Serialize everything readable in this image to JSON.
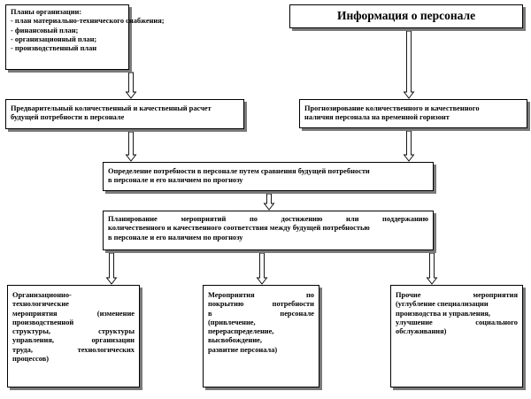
{
  "nodes": {
    "plans": {
      "heading": "Планы организации:",
      "items": [
        "- план материально-технического   снабжения;",
        "- финансовый план;",
        "- организационный план;",
        "- производственный план"
      ]
    },
    "info": {
      "title": "Информация о персонале"
    },
    "preliminary": {
      "lines": [
        "Предварительный количественный и качественный расчет",
        "будущей потребности в персонале"
      ]
    },
    "forecast": {
      "lines": [
        "Прогнозирование количественного и качественного",
        "наличия персонала на временной горизонт"
      ]
    },
    "determination": {
      "lines": [
        "Определение потребности в персонале путем сравнения будущей потребности",
        "в персонале и его наличием по прогнозу"
      ]
    },
    "planning": {
      "lines": [
        "Планирование мероприятий по достижению или поддержанию",
        "количественного и качественного соответствия между будущей потребностью",
        "в персонале и его наличием по прогнозу"
      ]
    },
    "org_measures": {
      "lines": [
        "Организационно-",
        "технологические",
        "мероприятия (изменение",
        "производственной",
        "структуры, структуры",
        "управления, организации",
        "труда, технологических",
        "процессов)"
      ]
    },
    "coverage_measures": {
      "lines": [
        "Мероприятия по",
        "покрытию потребности",
        "в персонале",
        "(привлечение,",
        "перераспределение,",
        "высвобождение,",
        "развитие персонала)"
      ]
    },
    "other_measures": {
      "lines": [
        "Прочие мероприятия",
        "(углубление специализации",
        "производства и управления,",
        "улучшение социального",
        "обслуживания)"
      ]
    }
  }
}
